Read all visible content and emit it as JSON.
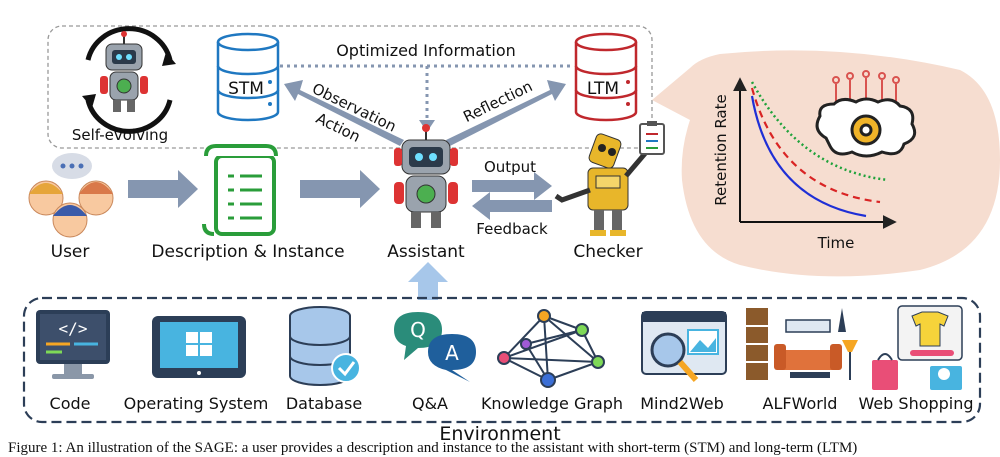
{
  "labels": {
    "optimized_information": "Optimized Information",
    "stm": "STM",
    "ltm": "LTM",
    "observation": "Observation",
    "action": "Action",
    "reflection": "Reflection",
    "self_evolving": "Self-evolving",
    "output": "Output",
    "feedback": "Feedback",
    "user": "User",
    "description_instance": "Description & Instance",
    "assistant": "Assistant",
    "checker": "Checker",
    "retention_rate": "Retention Rate",
    "time": "Time",
    "environment": "Environment"
  },
  "environment_items": [
    {
      "label": "Code",
      "icon": "code-monitor-icon"
    },
    {
      "label": "Operating System",
      "icon": "windows-monitor-icon"
    },
    {
      "label": "Database",
      "icon": "database-icon"
    },
    {
      "label": "Q&A",
      "icon": "qa-bubbles-icon"
    },
    {
      "label": "Knowledge Graph",
      "icon": "knowledge-graph-icon"
    },
    {
      "label": "Mind2Web",
      "icon": "web-search-icon"
    },
    {
      "label": "ALFWorld",
      "icon": "room-furniture-icon"
    },
    {
      "label": "Web Shopping",
      "icon": "shopping-icon"
    }
  ],
  "qa_letters": {
    "q": "Q",
    "a": "A"
  },
  "caption": "Figure 1: An illustration of the SAGE: a user provides a description and instance to the assistant with short-term (STM) and long-term (LTM)",
  "colors": {
    "arrow": "#8596b0",
    "stm": "#1f78c1",
    "ltm": "#c0282d",
    "robot_body": "#9aa3ad",
    "checker_body": "#e8b62a",
    "bubble_bg": "#f6ddd0",
    "curve_blue": "#1f2fd6",
    "curve_red": "#d92424",
    "curve_green": "#1fa23a"
  }
}
